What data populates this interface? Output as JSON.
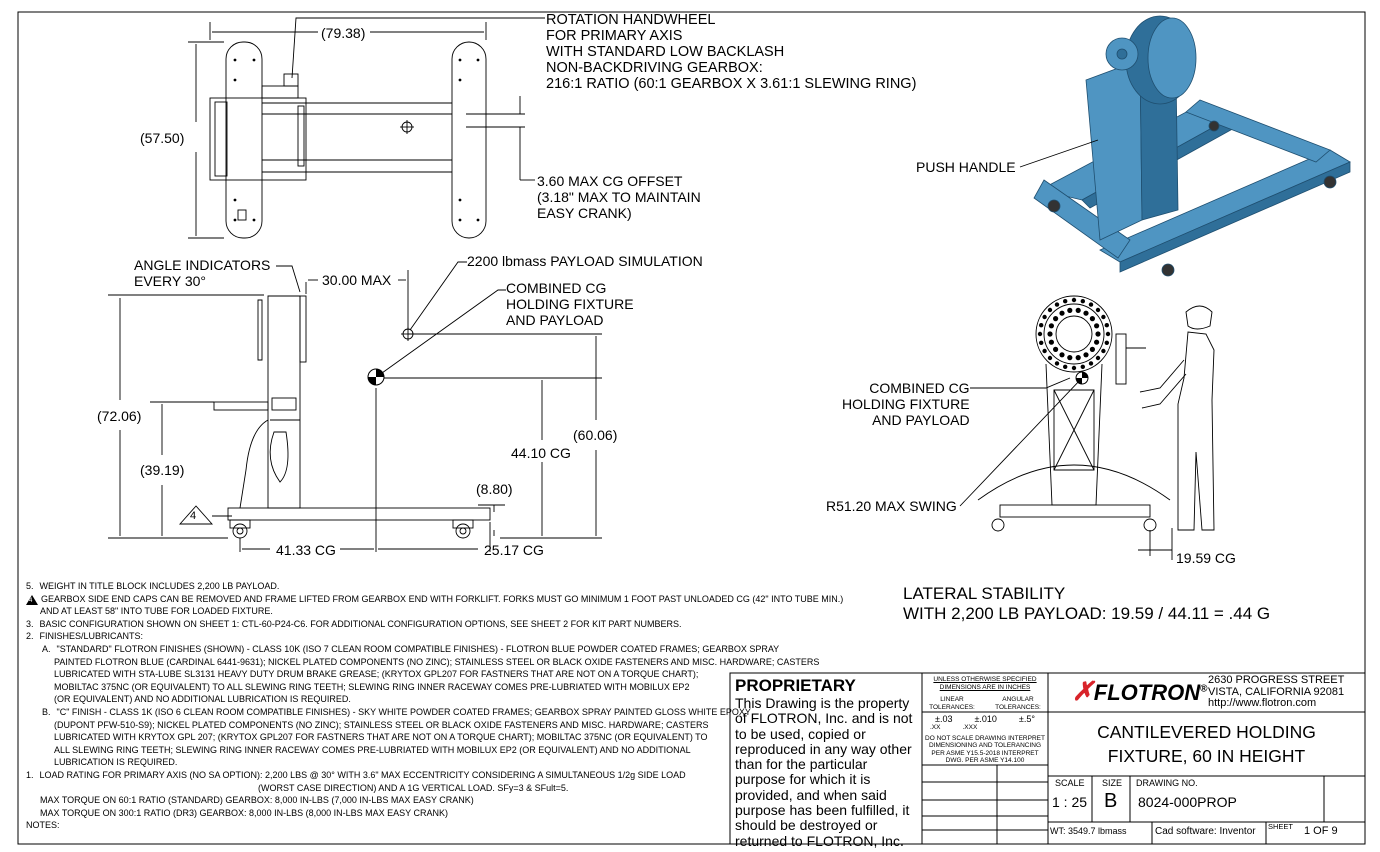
{
  "callouts": {
    "rotation": [
      "ROTATION HANDWHEEL",
      "FOR PRIMARY AXIS",
      "WITH STANDARD LOW BACKLASH",
      "NON-BACKDRIVING GEARBOX:",
      "216:1  RATIO (60:1 GEARBOX  X  3.61:1 SLEWING RING)"
    ],
    "cg_offset": [
      "3.60 MAX CG OFFSET",
      "(3.18\" MAX TO MAINTAIN",
      "EASY CRANK)"
    ],
    "angle_indicators": [
      "ANGLE INDICATORS",
      "EVERY 30°"
    ],
    "payload_sim": "2200 lbmass PAYLOAD SIMULATION",
    "combined_cg_side": [
      "COMBINED CG",
      "HOLDING FIXTURE",
      "AND PAYLOAD"
    ],
    "combined_cg_front": [
      "COMBINED CG",
      "HOLDING FIXTURE",
      "AND PAYLOAD"
    ],
    "push_handle": "PUSH HANDLE",
    "max_swing": "R51.20 MAX SWING",
    "warning_number": "4"
  },
  "dimensions": {
    "top_width": "(79.38)",
    "top_depth": "(57.50)",
    "max_30": "30.00 MAX",
    "height_72": "(72.06)",
    "height_39": "(39.19)",
    "height_60": "(60.06)",
    "cg_44": "44.10 CG",
    "caster_8": "(8.80)",
    "cg_41": "41.33 CG",
    "cg_25": "25.17 CG",
    "cg_19": "19.59 CG"
  },
  "stability": {
    "title": "LATERAL STABILITY",
    "line": "WITH 2,200 LB PAYLOAD: 19.59 / 44.11 = .44 G"
  },
  "notes": [
    {
      "num": "5.",
      "text": "WEIGHT IN TITLE BLOCK INCLUDES 2,200 LB PAYLOAD.",
      "indent": 0
    },
    {
      "num": "4",
      "text": "GEARBOX SIDE END CAPS CAN BE REMOVED AND FRAME LIFTED FROM GEARBOX END WITH FORKLIFT.  FORKS MUST GO MINIMUM 1 FOOT PAST UNLOADED CG (42\" INTO TUBE MIN.)",
      "indent": 0
    },
    {
      "num": "",
      "text": "AND AT LEAST 58\" INTO TUBE FOR LOADED FIXTURE.",
      "indent": 1
    },
    {
      "num": "3.",
      "text": "BASIC CONFIGURATION SHOWN ON SHEET 1: CTL-60-P24-C6.  FOR ADDITIONAL CONFIGURATION OPTIONS, SEE SHEET 2 FOR KIT PART NUMBERS.",
      "indent": 0
    },
    {
      "num": "2.",
      "text": "FINISHES/LUBRICANTS:",
      "indent": 0
    },
    {
      "num": "A.",
      "text": "\"STANDARD\" FLOTRON FINISHES (SHOWN) - CLASS 10K (ISO 7 CLEAN ROOM COMPATIBLE FINISHES) - FLOTRON BLUE POWDER COATED FRAMES; GEARBOX SPRAY",
      "indent": 2
    },
    {
      "num": "",
      "text": "PAINTED FLOTRON BLUE (CARDINAL 6441-9631); NICKEL PLATED COMPONENTS (NO ZINC); STAINLESS STEEL OR BLACK OXIDE FASTENERS AND MISC. HARDWARE; CASTERS",
      "indent": 3
    },
    {
      "num": "",
      "text": "LUBRICATED WITH STA-LUBE SL3131 HEAVY DUTY DRUM BRAKE GREASE; (KRYTOX GPL207 FOR FASTNERS THAT ARE NOT ON A TORQUE CHART);",
      "indent": 3
    },
    {
      "num": "",
      "text": "MOBILTAC 375NC (OR EQUIVALENT) TO ALL SLEWING RING TEETH; SLEWING RING INNER RACEWAY COMES PRE-LUBRIATED WITH MOBILUX EP2",
      "indent": 3
    },
    {
      "num": "",
      "text": "(OR EQUIVALENT) AND NO ADDITIONAL LUBRICATION IS REQUIRED.",
      "indent": 3
    },
    {
      "num": "B.",
      "text": "\"C\" FINISH - CLASS 1K (ISO 6 CLEAN ROOM COMPATIBLE FINISHES) - SKY WHITE POWDER COATED FRAMES; GEARBOX SPRAY PAINTED GLOSS WHITE EPOXY",
      "indent": 2
    },
    {
      "num": "",
      "text": "(DUPONT PFW-510-S9); NICKEL PLATED COMPONENTS (NO ZINC); STAINLESS STEEL OR BLACK OXIDE FASTENERS AND MISC. HARDWARE; CASTERS",
      "indent": 3
    },
    {
      "num": "",
      "text": "LUBRICATED WITH KRYTOX GPL 207; (KRYTOX GPL207 FOR FASTNERS THAT ARE NOT ON A TORQUE CHART); MOBILTAC 375NC (OR EQUIVALENT) TO",
      "indent": 3
    },
    {
      "num": "",
      "text": "ALL SLEWING RING TEETH; SLEWING RING INNER RACEWAY COMES PRE-LUBRIATED WITH MOBILUX EP2 (OR EQUIVALENT) AND NO ADDITIONAL",
      "indent": 3
    },
    {
      "num": "",
      "text": "LUBRICATION IS REQUIRED.",
      "indent": 3
    },
    {
      "num": "1.",
      "text": "LOAD RATING FOR PRIMARY AXIS (NO SA OPTION): 2,200 LBS @ 30° WITH 3.6\" MAX ECCENTRICITY CONSIDERING A SIMULTANEOUS 1/2g SIDE LOAD",
      "indent": 0
    },
    {
      "num": "",
      "text": "(WORST CASE DIRECTION) AND A 1G VERTICAL LOAD. SFy=3 & SFult=5.",
      "indent": 4
    },
    {
      "num": "",
      "text": "MAX TORQUE ON 60:1 RATIO (STANDARD) GEARBOX: 8,000 IN-LBS (7,000 IN-LBS MAX EASY CRANK)",
      "indent": 1
    },
    {
      "num": "",
      "text": "MAX TORQUE ON 300:1 RATIO (DR3) GEARBOX: 8,000 IN-LBS (8,000 IN-LBS MAX EASY CRANK)",
      "indent": 1
    },
    {
      "num": "",
      "text": "NOTES:",
      "indent": 0
    }
  ],
  "proprietary": {
    "title": "PROPRIETARY",
    "body": "This Drawing is the property of FLOTRON, Inc. and is not to be used, copied or reproduced in any way other than for the particular purpose for which it is provided, and when said purpose has been fulfilled, it should be destroyed or returned to FLOTRON, Inc."
  },
  "tolerances": {
    "header": "UNLESS OTHERWISE SPECIFIED DIMENSIONS ARE IN INCHES",
    "linear_label": "LINEAR TOLERANCES:",
    "angular_label": "ANGULAR TOLERANCES:",
    "xx": "±.03",
    "xx_unit": ".XX",
    "xxx": "±.010",
    "xxx_unit": ".XXX",
    "ang": "±.5°",
    "footer": "DO NOT SCALE DRAWING INTERPRET DIMENSIONING AND TOLERANCING PER ASME Y15.5-2018 INTERPRET DWG. PER ASME Y14.100"
  },
  "company": {
    "logo": "FLOTRON",
    "logo_mark": "®",
    "street": "2630 PROGRESS STREET",
    "city": "VISTA, CALIFORNIA 92081",
    "web": "http://www.flotron.com",
    "brand_color": "#d8232a"
  },
  "title": [
    "CANTILEVERED HOLDING",
    "FIXTURE, 60 IN HEIGHT"
  ],
  "title_block": {
    "scale_label": "SCALE",
    "scale": "1 : 25",
    "size_label": "SIZE",
    "size": "B",
    "drawing_no_label": "DRAWING NO.",
    "drawing_no": "8024-000PROP",
    "weight": "WT: 3549.7 lbmass",
    "cad": "Cad software: Inventor",
    "sheet_label": "SHEET",
    "sheet": "1  OF 9"
  },
  "colors": {
    "frame_blue": "#4f95c2",
    "frame_blue_dark": "#2f6f99"
  }
}
